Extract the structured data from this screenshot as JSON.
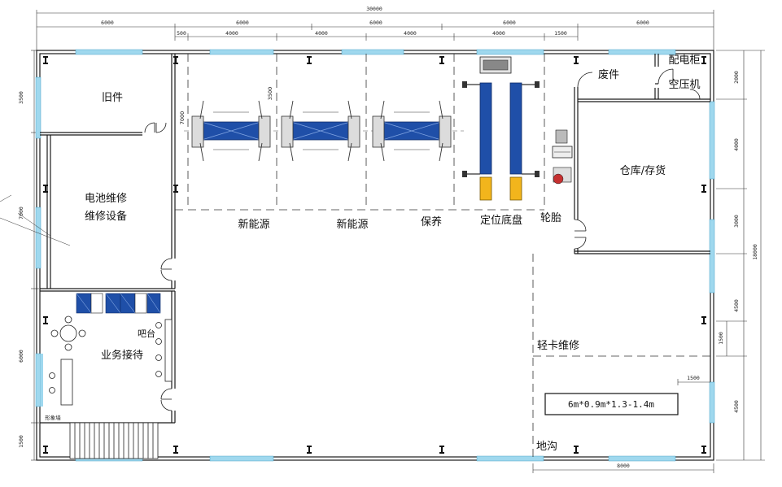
{
  "rooms": {
    "old_parts": "旧件",
    "battery_repair": "电池维修",
    "repair_equipment": "维修设备",
    "reception": "业务接待",
    "bar": "吧台",
    "image_wall": "形象墙",
    "waste": "废件",
    "power_cabinet": "配电柜",
    "air_compressor": "空压机",
    "warehouse": "仓库/存货",
    "light_truck_repair": "轻卡维修",
    "pit": "地沟"
  },
  "bays": {
    "nev_1": "新能源",
    "nev_2": "新能源",
    "maintenance": "保养",
    "alignment": "定位底盘",
    "tire": "轮胎"
  },
  "pit_spec": "6m*0.9m*1.3-1.4m",
  "dimensions": {
    "overall_width": "30000",
    "top_segments": [
      "6000",
      "6000",
      "6000",
      "6000",
      "6000"
    ],
    "bay_segments": [
      "500",
      "4000",
      "4000",
      "4000",
      "4000",
      "1500"
    ],
    "left_side": [
      "3500",
      "7000",
      "6000",
      "1500"
    ],
    "right_side": [
      "2000",
      "4000",
      "3000",
      "4500",
      "1500",
      "4500"
    ],
    "overall_height": "18000",
    "lift_length": "7000",
    "lift_spacing": "3500",
    "pit_offset": "1500",
    "bottom_right": "8000"
  },
  "colors": {
    "wall": "#1a1a1a",
    "window": "#9fd8ee",
    "lift_blue": "#1f4fa8",
    "lift_yellow": "#f2b51c",
    "dashed": "#333333"
  }
}
